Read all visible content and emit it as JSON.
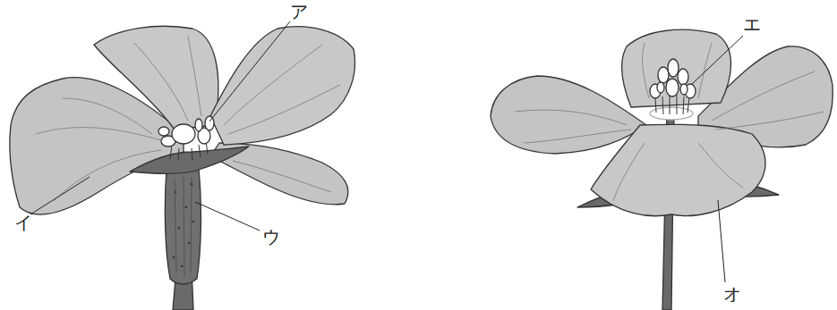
{
  "diagram": {
    "labels": [
      "ア",
      "イ",
      "ウ",
      "エ",
      "オ"
    ]
  }
}
